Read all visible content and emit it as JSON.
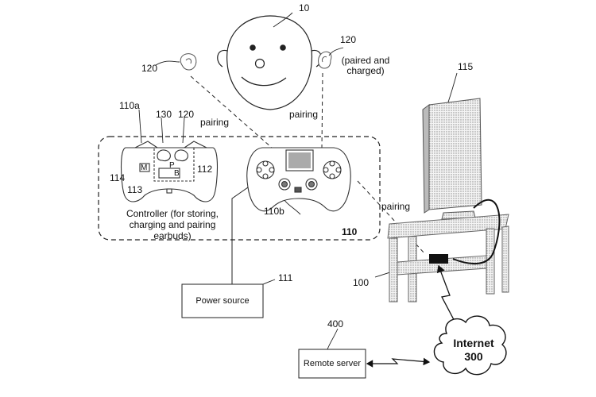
{
  "labels": {
    "head_ref": "10",
    "earbud_ref_left": "120",
    "earbud_ref_right": "120",
    "earbud_note": "(paired and charged)",
    "tv_ref": "115",
    "pairing_left": "pairing",
    "pairing_right": "pairing",
    "pairing_tv": "pairing",
    "controller_a_ref": "110a",
    "dock_ref": "130",
    "dock_earbud_ref": "120",
    "module_m_ref": "114",
    "module_ref": "112",
    "module_sub_ref": "113",
    "module_m": "M",
    "module_p": "P",
    "module_b": "B",
    "controller_caption": "Controller (for storing, charging and pairing earbuds)",
    "controller_b_ref": "110b",
    "group_ref": "110",
    "power_ref": "111",
    "dongle_ref": "100",
    "server_ref": "400",
    "internet_label": "Internet 300"
  },
  "boxes": {
    "power_source": "Power source",
    "remote_server": "Remote server"
  }
}
